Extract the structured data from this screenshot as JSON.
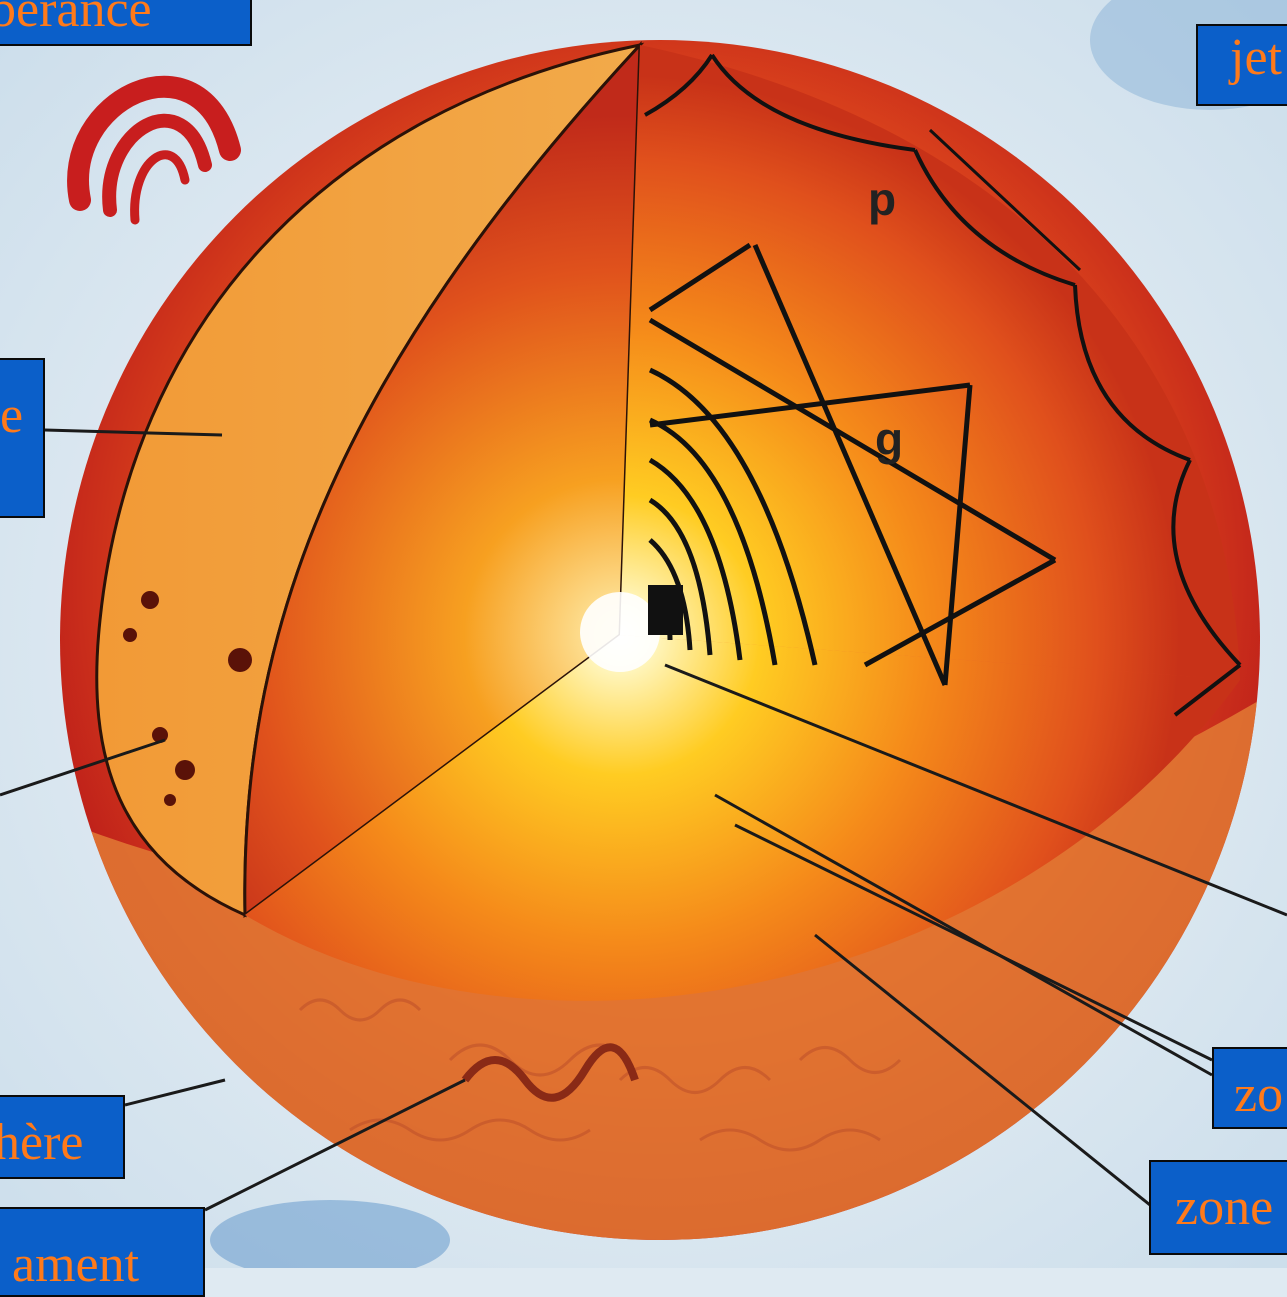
{
  "diagram": {
    "inner_letters": {
      "p_mode": "p",
      "g_mode": "g"
    },
    "labels": {
      "top_left": "uberance",
      "top_right": "jet",
      "mid_left": "e",
      "bottom_left_1": "hère",
      "bottom_left_2": "ament",
      "bottom_right_1": "zo",
      "bottom_right_2": "zone"
    },
    "colors": {
      "label_background": "#0b5fc9",
      "label_text": "#ff7a1a",
      "leader_line": "#1a1a1a"
    }
  }
}
